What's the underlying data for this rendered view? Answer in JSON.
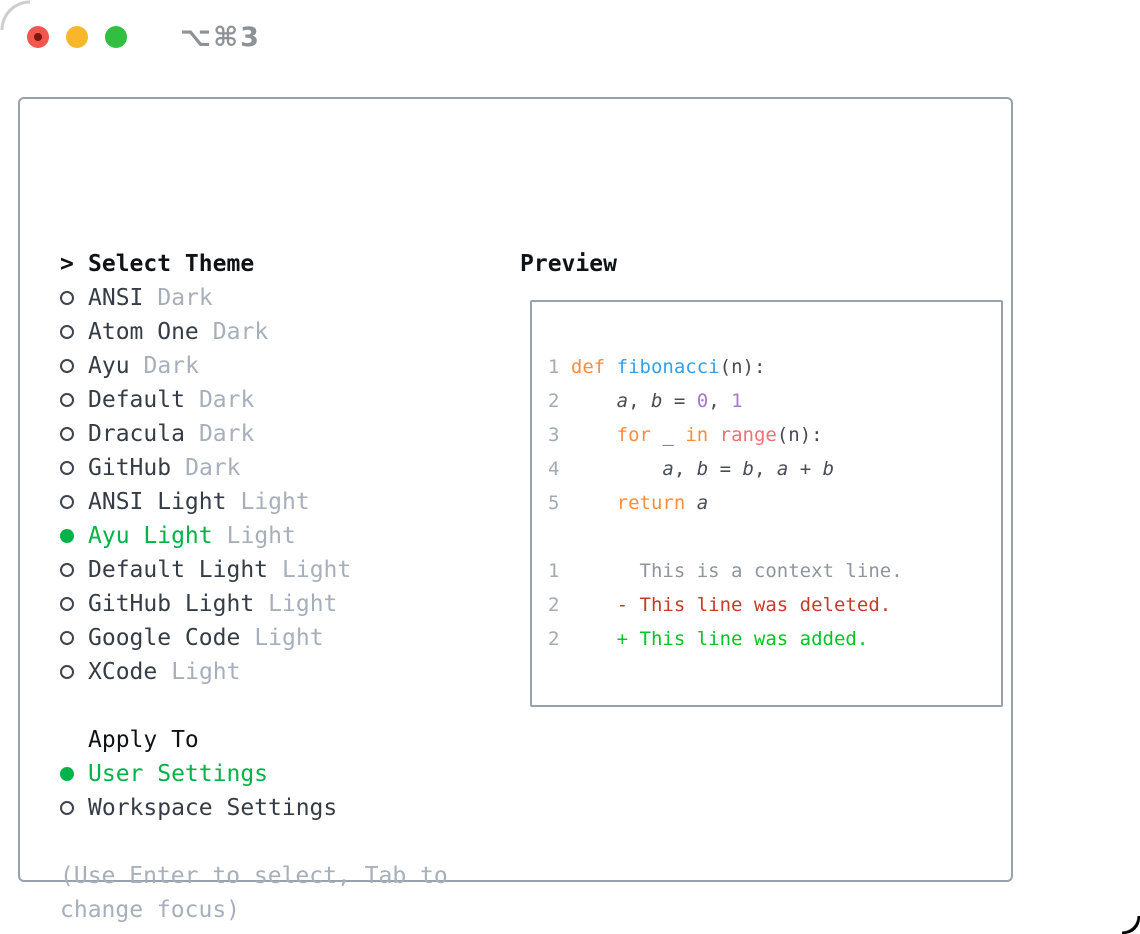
{
  "window": {
    "title": "⌥⌘3"
  },
  "titlebar": {
    "traffic_lights": [
      {
        "name": "close",
        "color": "#f2564f",
        "has_dot": true
      },
      {
        "name": "minimize",
        "color": "#f8b62a",
        "has_dot": false
      },
      {
        "name": "zoom",
        "color": "#30bf41",
        "has_dot": false
      }
    ]
  },
  "theme_panel": {
    "header_marker": ">",
    "header_label": "Select Theme",
    "themes": [
      {
        "name": "ANSI",
        "tag": "Dark",
        "selected": false
      },
      {
        "name": "Atom One",
        "tag": "Dark",
        "selected": false
      },
      {
        "name": "Ayu",
        "tag": "Dark",
        "selected": false
      },
      {
        "name": "Default",
        "tag": "Dark",
        "selected": false
      },
      {
        "name": "Dracula",
        "tag": "Dark",
        "selected": false
      },
      {
        "name": "GitHub",
        "tag": "Dark",
        "selected": false
      },
      {
        "name": "ANSI Light",
        "tag": "Light",
        "selected": false
      },
      {
        "name": "Ayu Light",
        "tag": "Light",
        "selected": true
      },
      {
        "name": "Default Light",
        "tag": "Light",
        "selected": false
      },
      {
        "name": "GitHub Light",
        "tag": "Light",
        "selected": false
      },
      {
        "name": "Google Code",
        "tag": "Light",
        "selected": false
      },
      {
        "name": "XCode",
        "tag": "Light",
        "selected": false
      }
    ],
    "apply_header": "Apply To",
    "apply_options": [
      {
        "name": "User Settings",
        "selected": true
      },
      {
        "name": "Workspace Settings",
        "selected": false
      }
    ],
    "hint_lines": [
      "(Use Enter to select, Tab to",
      "change focus)"
    ]
  },
  "preview": {
    "header": "Preview",
    "token_legend": {
      "ln": "line-number",
      "kw": "keyword",
      "fn": "function-name",
      "pl": "plain",
      "nu": "number",
      "ca": "call",
      "va": "variable-italic",
      "ctx": "diff-context",
      "del": "diff-deleted",
      "add": "diff-added"
    },
    "code_lines": [
      [
        [
          "ln",
          "1 "
        ],
        [
          "kw",
          "def"
        ],
        [
          "pl",
          " "
        ],
        [
          "fn",
          "fibonacci"
        ],
        [
          "pl",
          "(n):"
        ]
      ],
      [
        [
          "ln",
          "2 "
        ],
        [
          "pl",
          "    "
        ],
        [
          "va",
          "a"
        ],
        [
          "pl",
          ", "
        ],
        [
          "va",
          "b"
        ],
        [
          "pl",
          " = "
        ],
        [
          "nu",
          "0"
        ],
        [
          "pl",
          ", "
        ],
        [
          "nu",
          "1"
        ]
      ],
      [
        [
          "ln",
          "3 "
        ],
        [
          "pl",
          "    "
        ],
        [
          "kw",
          "for"
        ],
        [
          "pl",
          " _ "
        ],
        [
          "kw",
          "in"
        ],
        [
          "pl",
          " "
        ],
        [
          "ca",
          "range"
        ],
        [
          "pl",
          "(n):"
        ]
      ],
      [
        [
          "ln",
          "4 "
        ],
        [
          "pl",
          "        "
        ],
        [
          "va",
          "a"
        ],
        [
          "pl",
          ", "
        ],
        [
          "va",
          "b"
        ],
        [
          "pl",
          " = "
        ],
        [
          "va",
          "b"
        ],
        [
          "pl",
          ", "
        ],
        [
          "va",
          "a"
        ],
        [
          "pl",
          " + "
        ],
        [
          "va",
          "b"
        ]
      ],
      [
        [
          "ln",
          "5 "
        ],
        [
          "pl",
          "    "
        ],
        [
          "kw",
          "return"
        ],
        [
          "pl",
          " "
        ],
        [
          "va",
          "a"
        ]
      ],
      [],
      [
        [
          "ln",
          "1 "
        ],
        [
          "pl",
          "    "
        ],
        [
          "ctx",
          "  This is a context line."
        ]
      ],
      [
        [
          "ln",
          "2 "
        ],
        [
          "pl",
          "    "
        ],
        [
          "del",
          "- This line was deleted."
        ]
      ],
      [
        [
          "ln",
          "2 "
        ],
        [
          "pl",
          "    "
        ],
        [
          "add",
          "+ This line was added."
        ]
      ]
    ]
  },
  "colors": {
    "accent_green": "#00b247",
    "diff_added": "#00c428",
    "diff_deleted": "#c43c28",
    "diff_context": "#8e959d",
    "code_keyword": "#fa8d3e",
    "code_function": "#399ee6",
    "code_number": "#a37acc",
    "code_call": "#f07171",
    "code_default": "#474c55",
    "code_linenum": "#a2aab4",
    "text_header": "#101316",
    "text_item": "#363c46",
    "text_muted": "#a7afbb",
    "panel_border": "#99a1ac",
    "title_gray": "#8e9196",
    "tl_red": "#f2564f",
    "tl_yellow": "#f8b62a",
    "tl_green": "#30bf41",
    "tl_red_dot": "#7c170e"
  }
}
